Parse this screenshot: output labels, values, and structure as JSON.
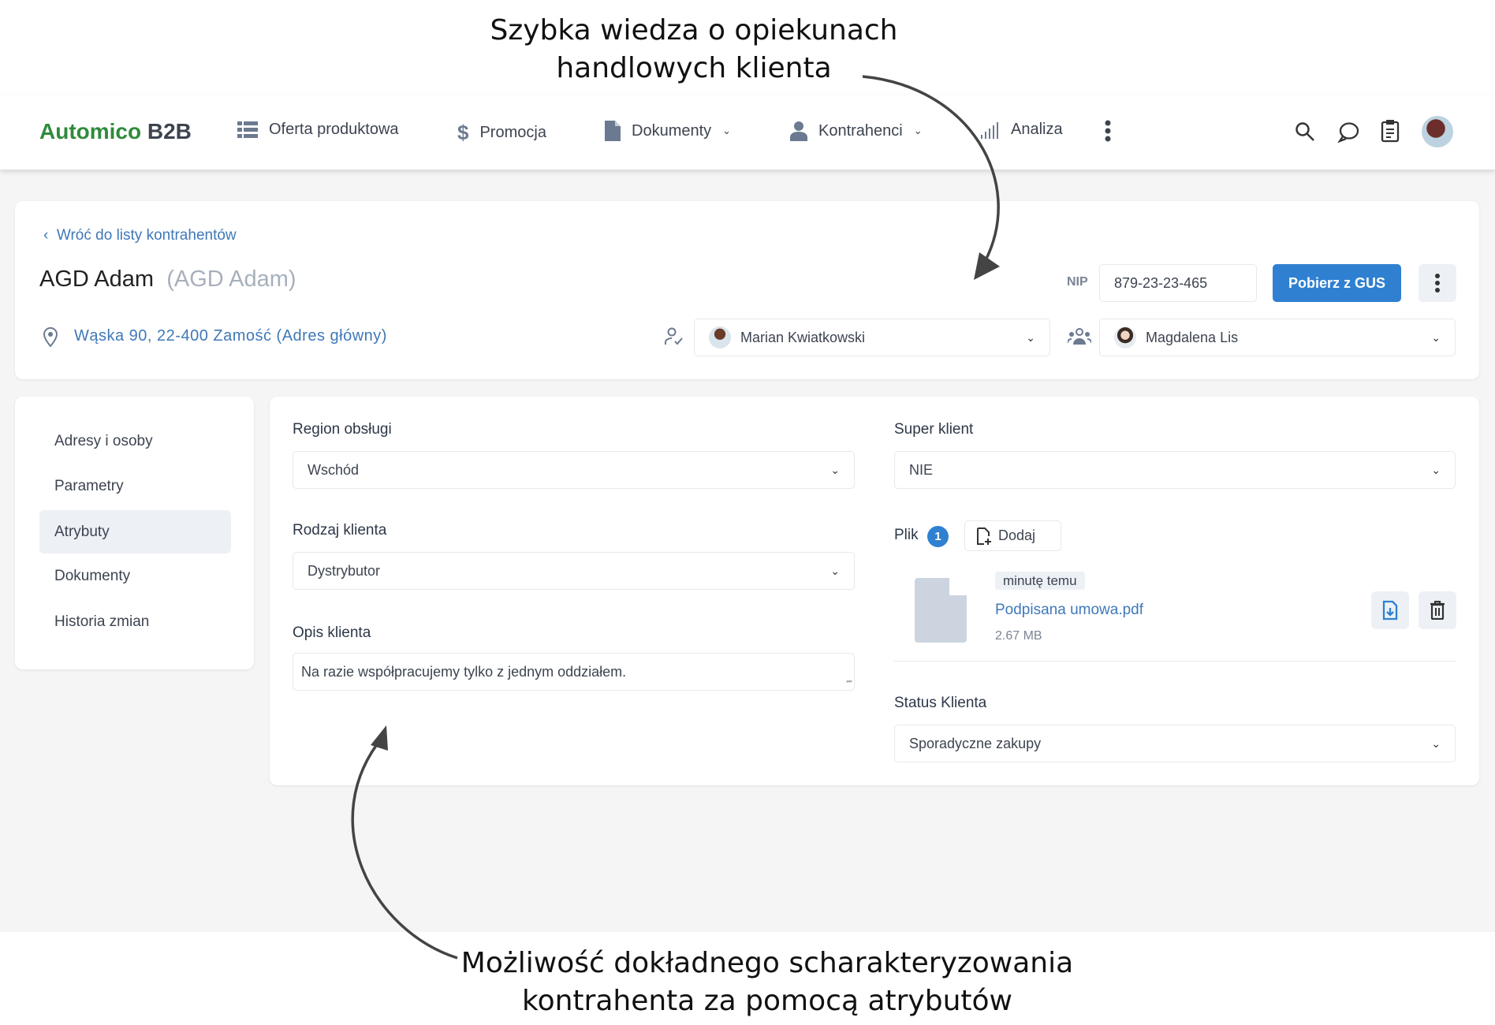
{
  "annotations": {
    "top_line1": "Szybka wiedza o opiekunach",
    "top_line2": "handlowych klienta",
    "bottom_line1": "Możliwość dokładnego scharakteryzowania",
    "bottom_line2": "kontrahenta za pomocą atrybutów"
  },
  "header": {
    "logo_main": "Automico",
    "logo_suffix": "B2B",
    "nav": [
      {
        "label": "Oferta produktowa",
        "icon": "list-icon"
      },
      {
        "label": "Promocja",
        "icon": "dollar-icon"
      },
      {
        "label": "Dokumenty",
        "icon": "document-icon"
      },
      {
        "label": "Kontrahenci",
        "icon": "user-icon"
      },
      {
        "label": "Analiza",
        "icon": "signal-bars-icon"
      }
    ]
  },
  "client": {
    "back_link": "Wróć do listy kontrahentów",
    "name": "AGD Adam",
    "short_name": "(AGD Adam)",
    "nip_label": "NIP",
    "nip_value": "879-23-23-465",
    "gus_button": "Pobierz z GUS",
    "address": "Wąska 90, 22-400 Zamość (Adres główny)",
    "account_manager": "Marian Kwiatkowski",
    "team_member": "Magdalena Lis"
  },
  "sidebar": {
    "items": [
      {
        "label": "Adresy i osoby"
      },
      {
        "label": "Parametry"
      },
      {
        "label": "Atrybuty",
        "active": true
      },
      {
        "label": "Dokumenty"
      },
      {
        "label": "Historia zmian"
      }
    ]
  },
  "attributes": {
    "region_label": "Region obsługi",
    "region_value": "Wschód",
    "type_label": "Rodzaj klienta",
    "type_value": "Dystrybutor",
    "desc_label": "Opis klienta",
    "desc_value": "Na razie współpracujemy tylko z jednym oddziałem.",
    "super_label": "Super klient",
    "super_value": "NIE",
    "file_label": "Plik",
    "file_count": "1",
    "add_button": "Dodaj",
    "file_time": "minutę temu",
    "file_name": "Podpisana umowa.pdf",
    "file_size": "2.67 MB",
    "status_label": "Status Klienta",
    "status_value": "Sporadyczne zakupy"
  },
  "colors": {
    "brand": "#2e8b3a",
    "accent": "#2f80d1",
    "link": "#3f78b8"
  }
}
